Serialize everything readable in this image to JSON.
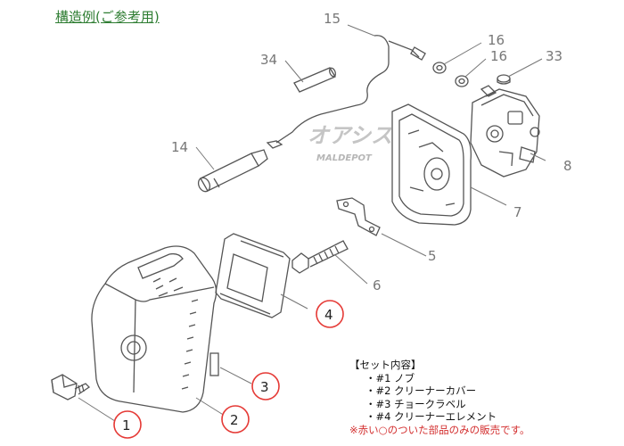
{
  "title": "構造例(ご参考用)",
  "callouts": {
    "n1": "1",
    "n2": "2",
    "n3": "3",
    "n4": "4",
    "n5": "5",
    "n6": "6",
    "n7": "7",
    "n8": "8",
    "n14": "14",
    "n15": "15",
    "n16a": "16",
    "n16b": "16",
    "n33": "33",
    "n34": "34"
  },
  "watermark": {
    "main": "オアシス",
    "sub": "MALDEPOT"
  },
  "set_contents": {
    "heading": "【セット内容】",
    "items": [
      "・#1 ノブ",
      "・#2 クリーナーカバー",
      "・#3 チョークラベル",
      "・#4 クリーナーエレメント"
    ],
    "note": "※赤い○のついた部品のみの販売です。"
  },
  "colors": {
    "highlight_circle": "#e53935",
    "part_line": "#555555",
    "label_gray": "#777777"
  }
}
